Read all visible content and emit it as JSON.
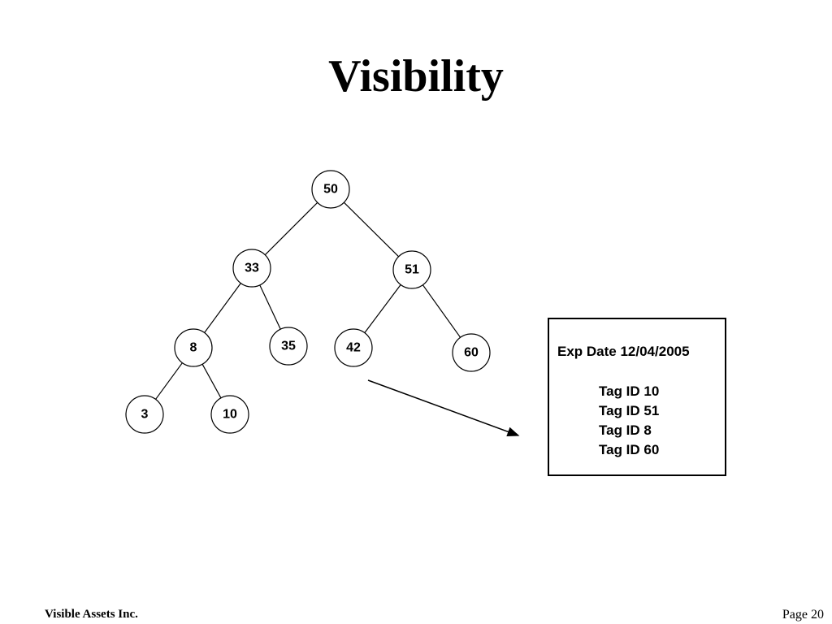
{
  "title": "Visibility",
  "tree": {
    "nodes": [
      {
        "id": "50",
        "label": "50"
      },
      {
        "id": "33",
        "label": "33"
      },
      {
        "id": "51",
        "label": "51"
      },
      {
        "id": "8",
        "label": "8"
      },
      {
        "id": "35",
        "label": "35"
      },
      {
        "id": "42",
        "label": "42"
      },
      {
        "id": "60",
        "label": "60"
      },
      {
        "id": "3",
        "label": "3"
      },
      {
        "id": "10",
        "label": "10"
      }
    ],
    "edges": [
      [
        "50",
        "33"
      ],
      [
        "50",
        "51"
      ],
      [
        "33",
        "8"
      ],
      [
        "33",
        "35"
      ],
      [
        "51",
        "42"
      ],
      [
        "51",
        "60"
      ],
      [
        "8",
        "3"
      ],
      [
        "8",
        "10"
      ]
    ]
  },
  "info_box": {
    "heading": "Exp Date 12/04/2005",
    "items": [
      "Tag ID 10",
      "Tag ID 51",
      "Tag ID 8",
      "Tag ID 60"
    ]
  },
  "footer": {
    "company": "Visible Assets Inc.",
    "page": "Page 20"
  }
}
